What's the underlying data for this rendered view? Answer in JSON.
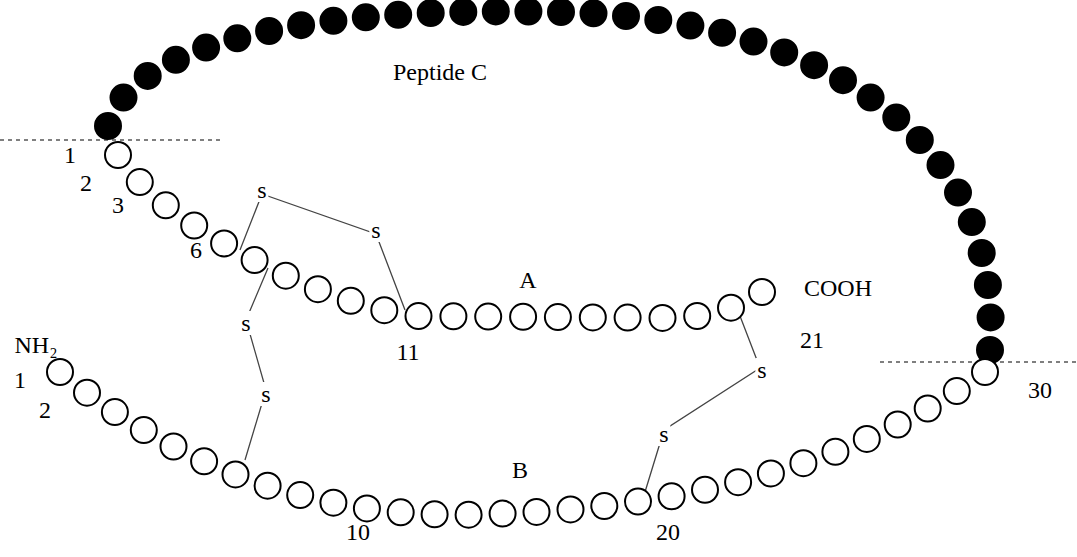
{
  "diagram": {
    "labels": [
      "Peptide C",
      "1",
      "2",
      "3",
      "6",
      "s",
      "s",
      "A",
      "COOH",
      "21",
      "11",
      "NH₂",
      "s",
      "s",
      "1",
      "2",
      "B",
      "s",
      "s",
      "30",
      "10",
      "20"
    ]
  }
}
